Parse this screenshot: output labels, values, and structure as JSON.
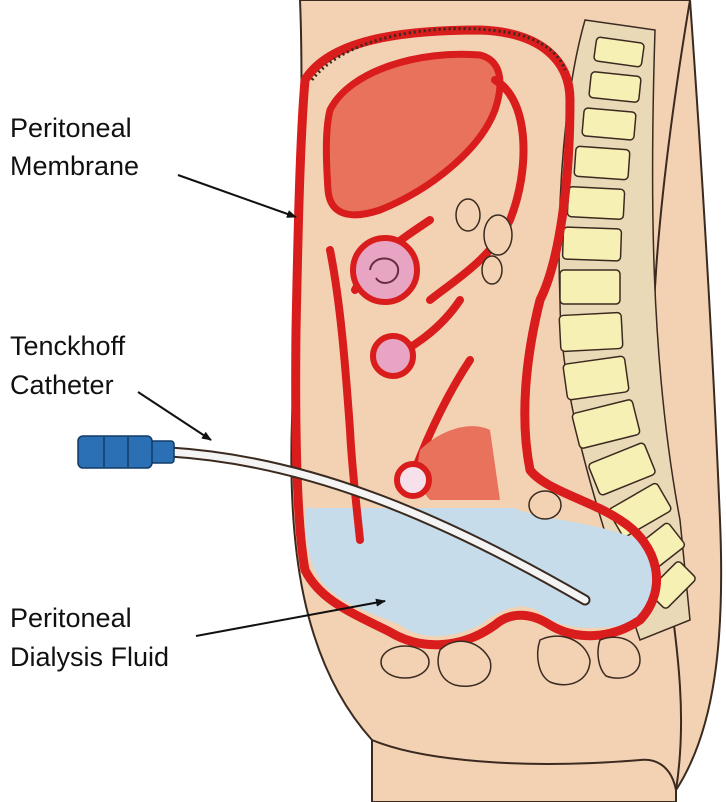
{
  "labels": {
    "membrane": {
      "line1": "Peritoneal",
      "line2": "Membrane"
    },
    "catheter": {
      "line1": "Tenckhoff",
      "line2": "Catheter"
    },
    "fluid": {
      "line1": "Peritoneal",
      "line2": "Dialysis Fluid"
    }
  },
  "colors": {
    "skin": "#f3d2b3",
    "skin_outline": "#3a2a20",
    "membrane_red": "#d91c1c",
    "liver": "#e8725c",
    "fluid": "#c6dcea",
    "spine_bone": "#f6f0b5",
    "catheter_tube": "#f4f4f4",
    "catheter_cap": "#2b6fb4"
  }
}
